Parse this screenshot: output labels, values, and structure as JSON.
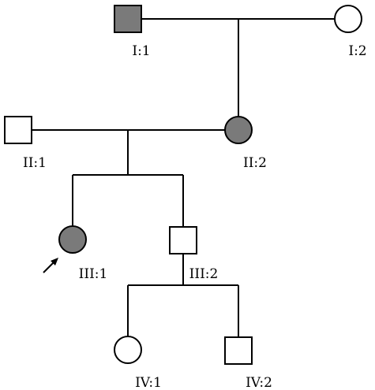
{
  "colors": {
    "affected": "#7a7a7a",
    "unaffected": "#ffffff",
    "line": "#000000"
  },
  "individuals": [
    {
      "id": "I:1",
      "label": "I:1",
      "sex": "male",
      "affected": true,
      "proband": false
    },
    {
      "id": "I:2",
      "label": "I:2",
      "sex": "female",
      "affected": false,
      "proband": false
    },
    {
      "id": "II:1",
      "label": "II:1",
      "sex": "male",
      "affected": false,
      "proband": false
    },
    {
      "id": "II:2",
      "label": "II:2",
      "sex": "female",
      "affected": true,
      "proband": false
    },
    {
      "id": "III:1",
      "label": "III:1",
      "sex": "female",
      "affected": true,
      "proband": true
    },
    {
      "id": "III:2",
      "label": "III:2",
      "sex": "male",
      "affected": false,
      "proband": false
    },
    {
      "id": "IV:1",
      "label": "IV:1",
      "sex": "female",
      "affected": false,
      "proband": false
    },
    {
      "id": "IV:2",
      "label": "IV:2",
      "sex": "male",
      "affected": false,
      "proband": false
    }
  ],
  "matings": [
    {
      "parents": [
        "I:1",
        "I:2"
      ],
      "children": [
        "II:2"
      ]
    },
    {
      "parents": [
        "II:1",
        "II:2"
      ],
      "children": [
        "III:1",
        "III:2"
      ]
    },
    {
      "parents": [
        "III:2"
      ],
      "children": [
        "IV:1",
        "IV:2"
      ]
    }
  ]
}
